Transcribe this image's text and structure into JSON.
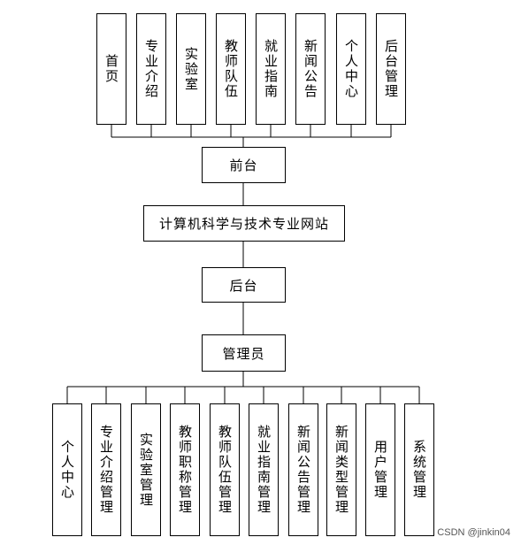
{
  "front_modules": [
    "首页",
    "专业介绍",
    "实验室",
    "教师队伍",
    "就业指南",
    "新闻公告",
    "个人中心",
    "后台管理"
  ],
  "front_label": "前台",
  "site_title": "计算机科学与技术专业网站",
  "back_label": "后台",
  "admin_label": "管理员",
  "admin_modules": [
    "个人中心",
    "专业介绍管理",
    "实验室管理",
    "教师职称管理",
    "教师队伍管理",
    "就业指南管理",
    "新闻公告管理",
    "新闻类型管理",
    "用户管理",
    "系统管理"
  ],
  "watermark": "CSDN @jinkin04"
}
